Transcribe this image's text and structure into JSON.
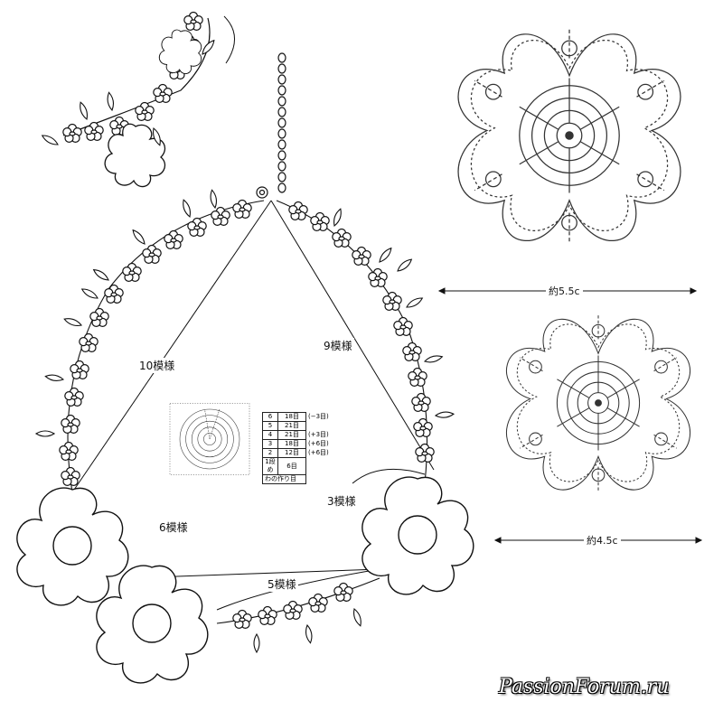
{
  "diagram": {
    "strand_labels": {
      "ten": "10模様",
      "nine": "9模様",
      "six": "6模様",
      "three": "3模様",
      "five": "5模様"
    },
    "motif_large": {
      "size_label": "約5.5c"
    },
    "motif_small": {
      "size_label": "約4.5c"
    },
    "round_table": [
      {
        "round": "6",
        "stitches": "18目",
        "change": "(−3目)"
      },
      {
        "round": "5",
        "stitches": "21目",
        "change": ""
      },
      {
        "round": "4",
        "stitches": "21目",
        "change": "(+3目)"
      },
      {
        "round": "3",
        "stitches": "18目",
        "change": "(+6目)"
      },
      {
        "round": "2",
        "stitches": "12目",
        "change": "(+6目)"
      },
      {
        "round": "1段め",
        "stitches": "6目",
        "change": ""
      }
    ],
    "round_table_footer": "わの作り目",
    "watermark": "PassionForum.ru"
  }
}
